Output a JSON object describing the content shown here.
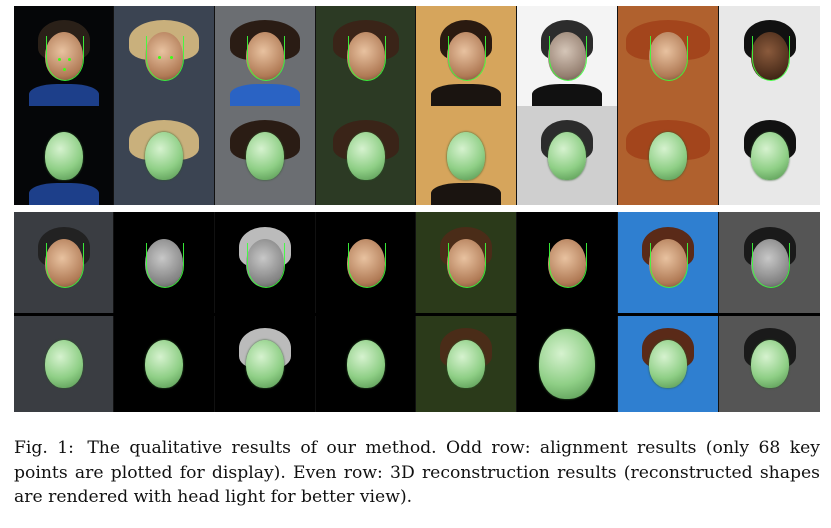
{
  "figure": {
    "top_panel": {
      "columns": 8,
      "odd_row": [
        "alignment",
        "alignment",
        "alignment",
        "alignment",
        "alignment",
        "alignment",
        "alignment",
        "alignment"
      ],
      "even_row": [
        "reconstruction",
        "reconstruction",
        "reconstruction",
        "reconstruction",
        "reconstruction",
        "reconstruction",
        "reconstruction",
        "reconstruction"
      ]
    },
    "bottom_panel": {
      "columns": 8,
      "odd_row": [
        "alignment",
        "alignment",
        "alignment",
        "alignment",
        "alignment",
        "alignment",
        "alignment",
        "alignment"
      ],
      "even_row": [
        "reconstruction",
        "reconstruction",
        "reconstruction",
        "reconstruction",
        "reconstruction",
        "reconstruction",
        "reconstruction",
        "reconstruction"
      ]
    },
    "colors": {
      "keypoints": "#39ff14",
      "mesh": "#8fcf86",
      "background": "#000000"
    }
  },
  "caption": {
    "label": "Fig. 1:",
    "text": "The qualitative results of our method. Odd row: alignment results (only 68 key points are plotted for display). Even row: 3D reconstruction results (reconstructed shapes are rendered with head light for better view)."
  }
}
